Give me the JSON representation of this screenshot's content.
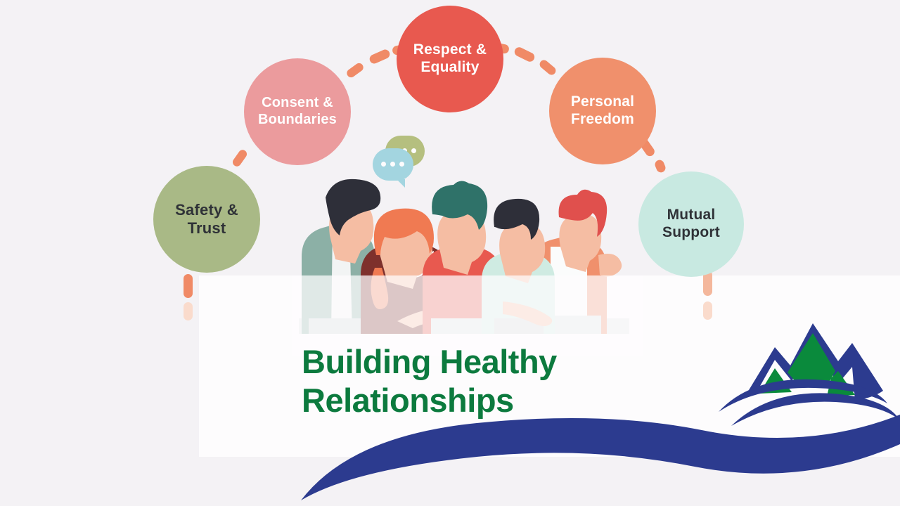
{
  "slide": {
    "background_color": "#f4f2f5",
    "panel_color": "#fdfcfd"
  },
  "title": {
    "text": "Building Healthy\nRelationships",
    "color": "#0c7a3e"
  },
  "concept_circles": [
    {
      "id": "safety",
      "label": "Safety &\nTrust",
      "color": "#a9b986",
      "text_color": "#2f3237"
    },
    {
      "id": "consent",
      "label": "Consent &\nBoundaries",
      "color": "#eb9b9d",
      "text_color": "#ffffff"
    },
    {
      "id": "respect",
      "label": "Respect &\nEquality",
      "color": "#e8594f",
      "text_color": "#ffffff"
    },
    {
      "id": "freedom",
      "label": "Personal\nFreedom",
      "color": "#f0906c",
      "text_color": "#ffffff"
    },
    {
      "id": "mutual",
      "label": "Mutual\nSupport",
      "color": "#c8e9e1",
      "text_color": "#2f3237"
    }
  ],
  "connectors": {
    "style": "dashed-capsules",
    "color": "#f08a66",
    "faded_color": "#fadbcc"
  },
  "illustration": {
    "name": "group-of-people-conversation",
    "speech_bubbles": [
      {
        "name": "speech-bubble-olive",
        "color": "#b5bf7f",
        "dots": 3
      },
      {
        "name": "speech-bubble-blue",
        "color": "#a3d5e0",
        "dots": 3
      }
    ]
  },
  "logo": {
    "name": "mountain-range-logo",
    "outline_color": "#2c3b8f",
    "peak_color": "#0a8a3c"
  },
  "swoosh": {
    "name": "bottom-wave-swoosh",
    "color": "#2c3b8f"
  }
}
